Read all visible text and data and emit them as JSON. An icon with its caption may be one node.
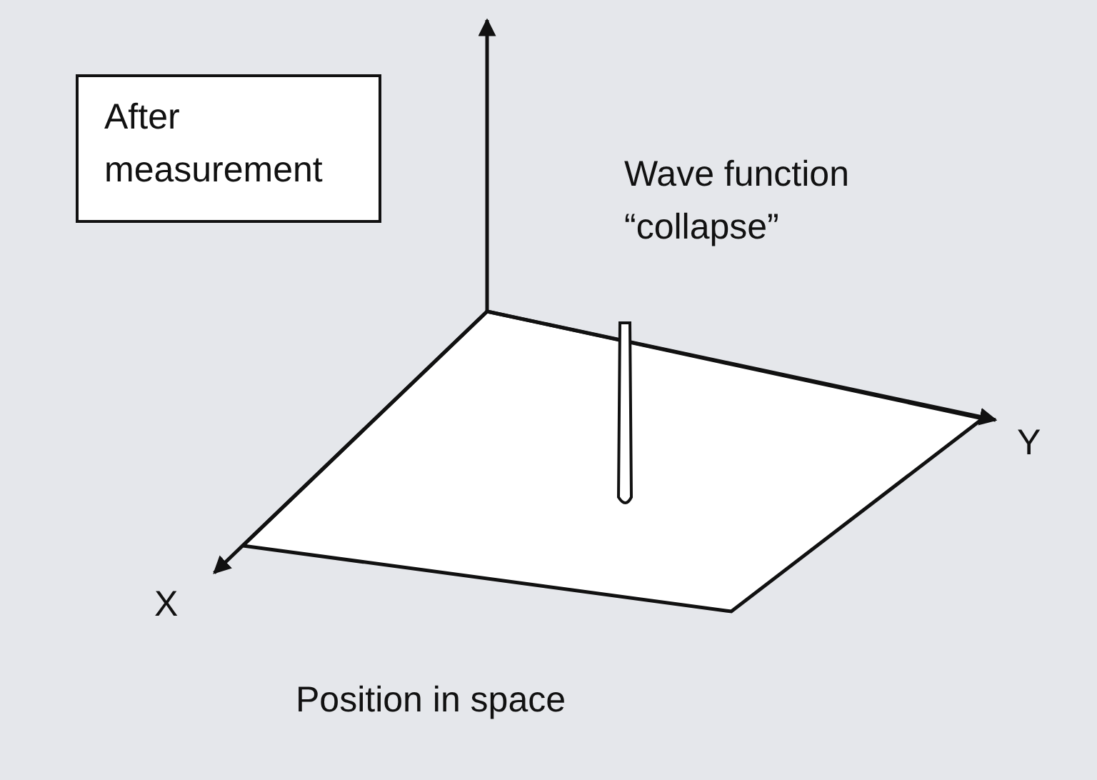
{
  "diagram": {
    "nodes": [
      {
        "text": [
          "After measurement"
        ]
      }
    ],
    "labels": [
      "Wave function “collapse”",
      "Y",
      "X",
      "Position in space"
    ]
  }
}
